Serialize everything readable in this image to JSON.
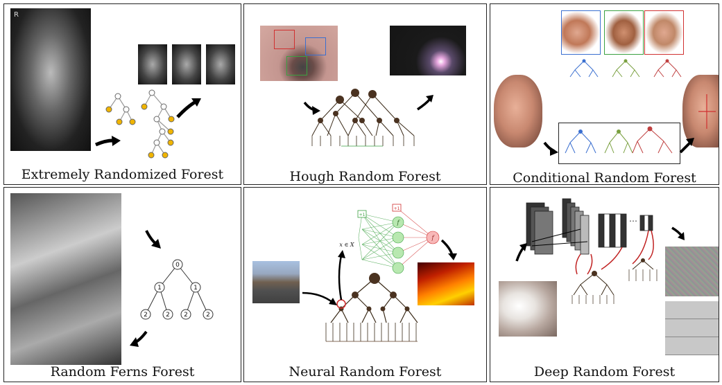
{
  "panels": [
    {
      "title": "Extremely Randomized Forest"
    },
    {
      "title": "Hough Random Forest"
    },
    {
      "title": "Conditional Random Forest"
    },
    {
      "title": "Random Ferns Forest"
    },
    {
      "title": "Neural Random Forest"
    },
    {
      "title": "Deep Random Forest"
    }
  ],
  "fern": {
    "levels": [
      "0",
      "1",
      "1",
      "2",
      "2",
      "2",
      "2"
    ]
  },
  "xray_label": "R",
  "nn": {
    "bias_top": "+1",
    "bias_mid": "+1",
    "input_label": "x ∈ X",
    "node_f": "f"
  },
  "colors": {
    "orange": "#f0b400",
    "blue": "#3a6fd0",
    "green": "#3aa040",
    "red": "#d03030",
    "brown": "#5a3a20"
  }
}
